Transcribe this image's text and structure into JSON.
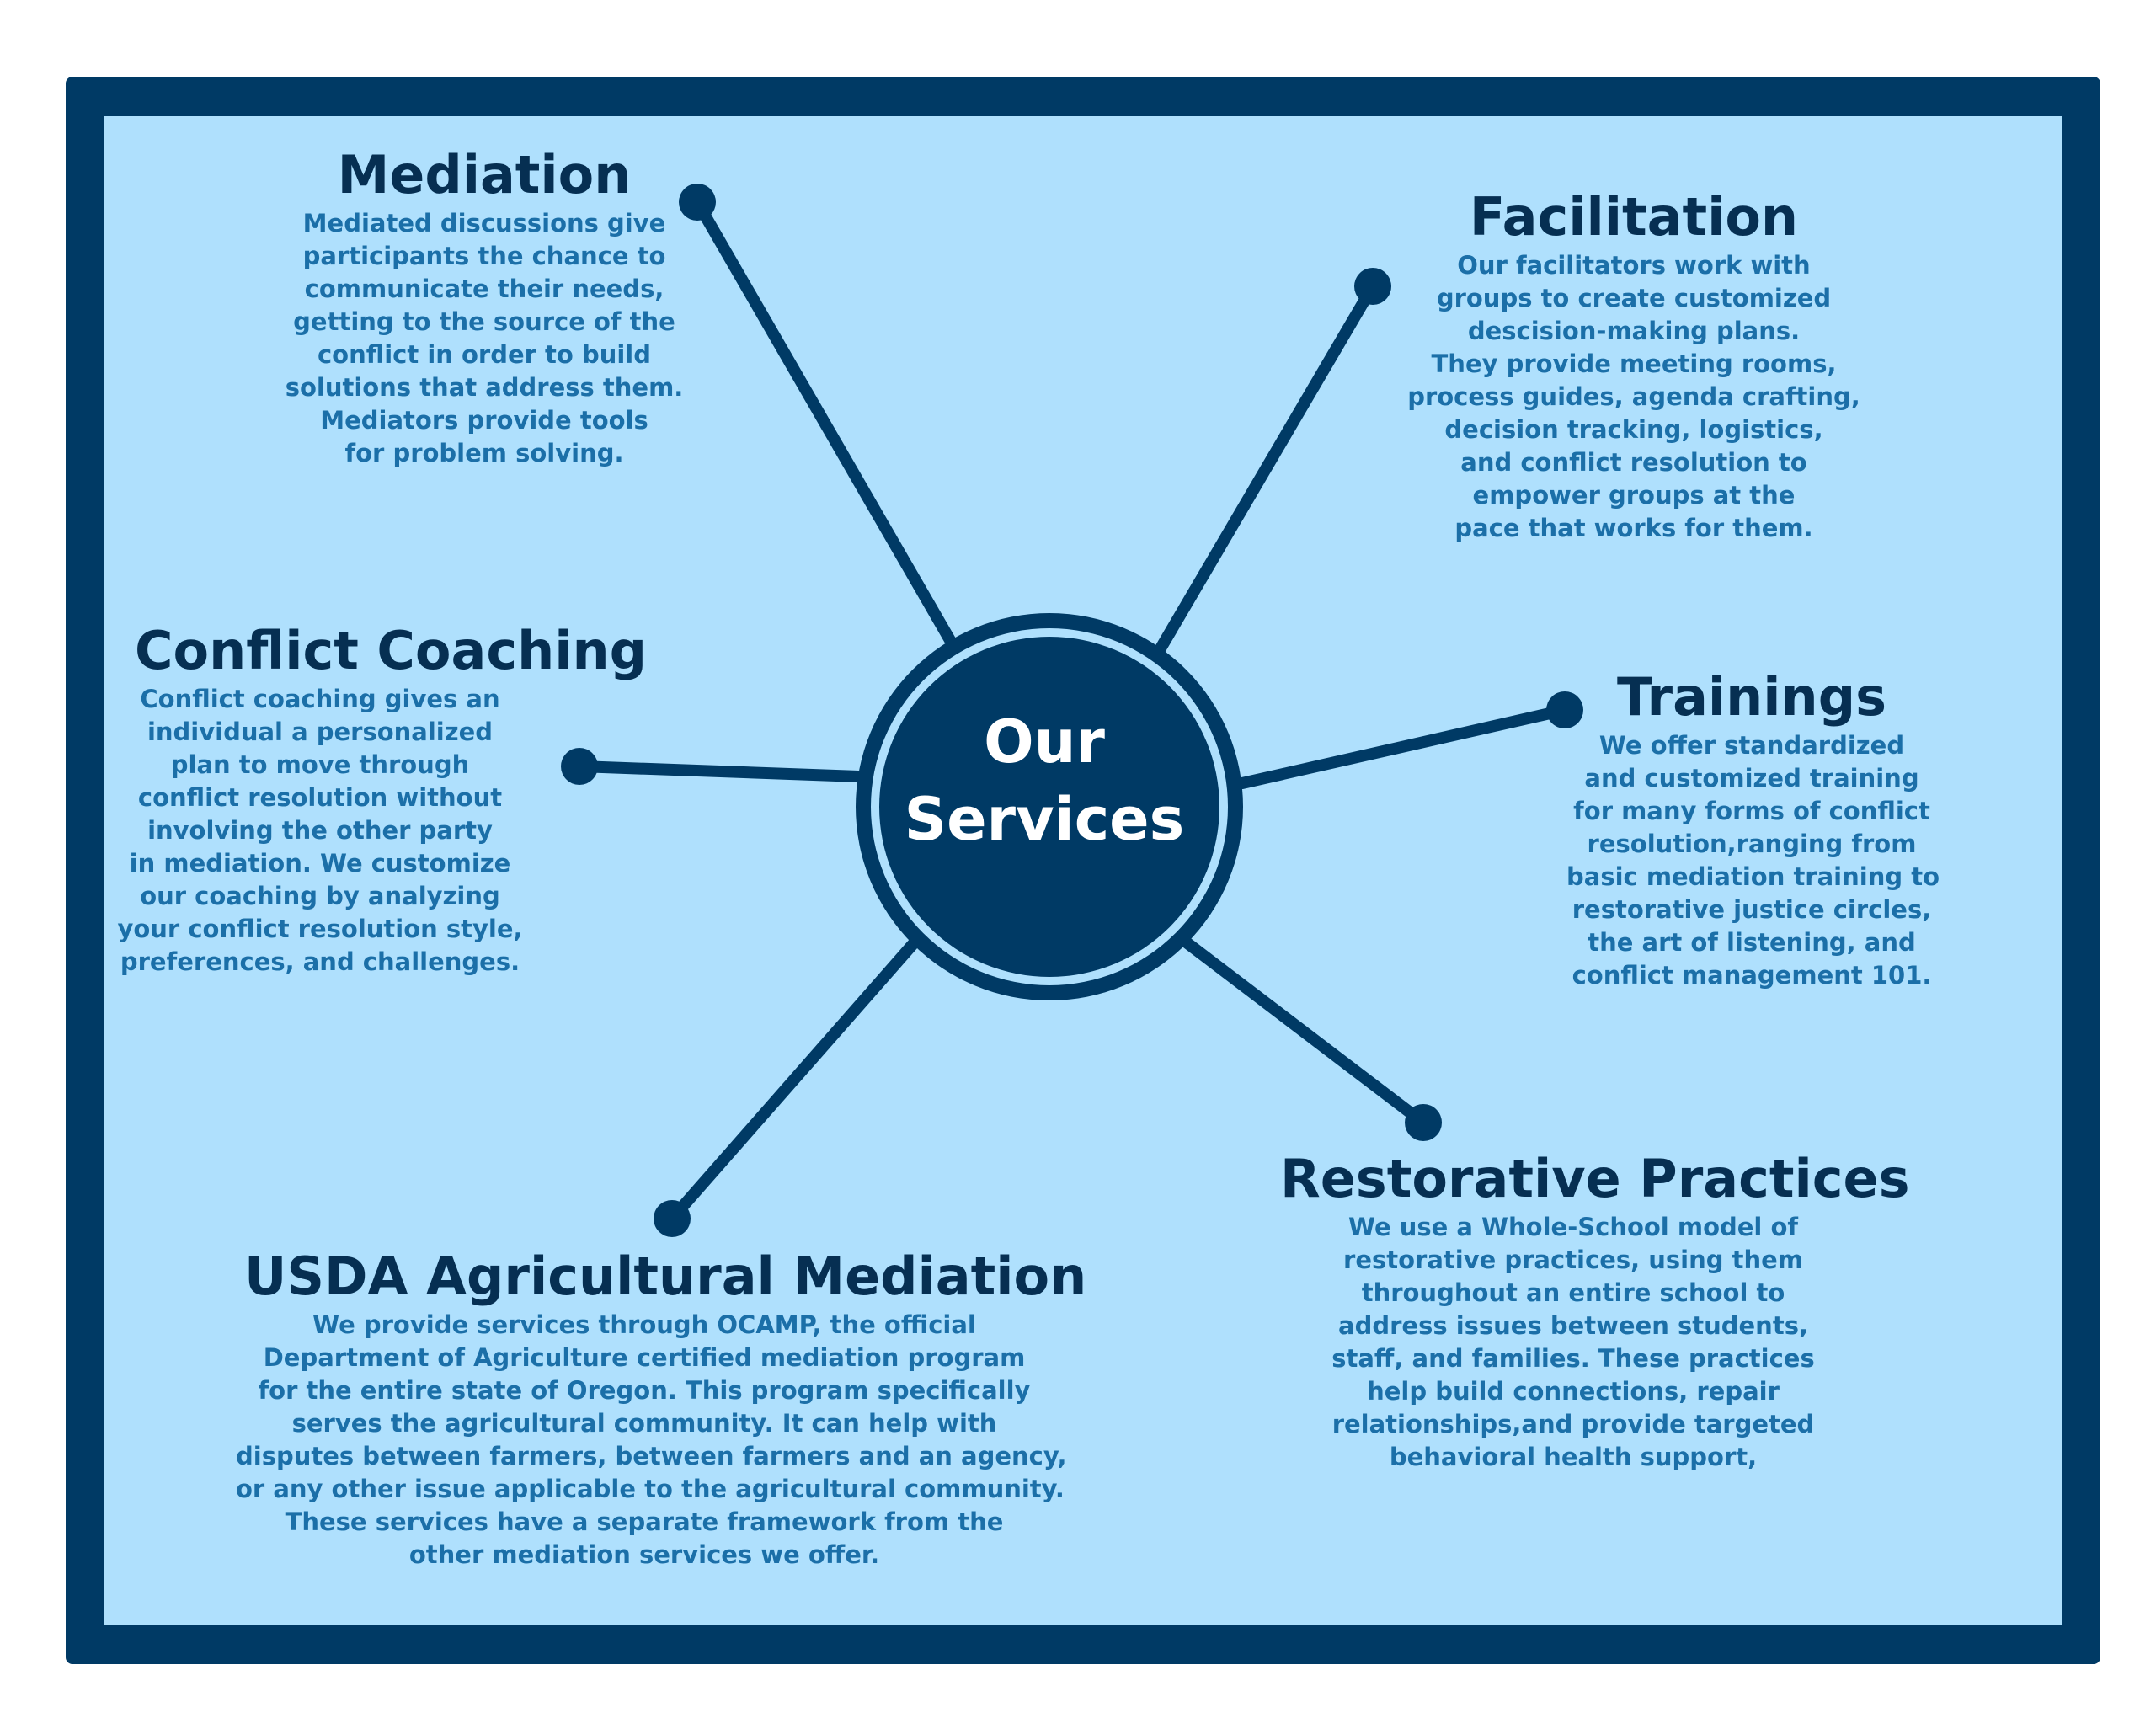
{
  "hub": {
    "lines": [
      "Our",
      "Services"
    ]
  },
  "services": [
    {
      "key": "mediation",
      "title": "Mediation",
      "lines": [
        "Mediated discussions give",
        "participants the chance to",
        "communicate their needs,",
        "getting to the source of the",
        "conflict in order to build",
        "solutions that address them.",
        "Mediators provide tools",
        "for problem solving."
      ]
    },
    {
      "key": "facilitation",
      "title": "Facilitation",
      "lines": [
        "Our facilitators work with",
        "groups to create customized",
        "descision-making plans.",
        "They provide meeting rooms,",
        "process guides, agenda crafting,",
        "decision tracking, logistics,",
        "and conflict resolution to",
        "empower groups at the",
        "pace that works for them."
      ]
    },
    {
      "key": "conflict-coaching",
      "title": "Conflict Coaching",
      "lines": [
        "Conflict coaching gives an",
        "individual a personalized",
        "plan to move through",
        "conflict resolution without",
        "involving the other party",
        "in mediation. We customize",
        "our coaching by analyzing",
        "your conflict resolution style,",
        "preferences, and challenges."
      ]
    },
    {
      "key": "trainings",
      "title": "Trainings",
      "lines": [
        "We offer standardized",
        "and customized training",
        "for many forms of conflict",
        "resolution,ranging from",
        "basic mediation training to",
        "restorative justice circles,",
        "the art of listening, and",
        "conflict management 101."
      ]
    },
    {
      "key": "restorative-practices",
      "title": "Restorative Practices",
      "lines": [
        "We use a Whole-School model of",
        "restorative practices, using them",
        "throughout an entire school to",
        "address issues between students,",
        "staff, and families. These practices",
        "help build connections, repair",
        "relationships,and provide targeted",
        "behavioral health support,"
      ]
    },
    {
      "key": "usda-agricultural-mediation",
      "title": "USDA Agricultural Mediation",
      "lines": [
        "We provide services through OCAMP, the official",
        "Department of Agriculture certified mediation program",
        "for the entire state of Oregon. This program specifically",
        "serves the agricultural community. It can help with",
        "disputes between farmers, between farmers and an agency,",
        "or any other issue applicable to the agricultural community.",
        "These services have a separate framework from the",
        "other mediation services we offer."
      ]
    }
  ],
  "colors": {
    "frame": "#003a65",
    "panel": "#afe0fd",
    "hub": "#003a65",
    "title": "#062f52",
    "body_text": "#1b6fa8"
  }
}
